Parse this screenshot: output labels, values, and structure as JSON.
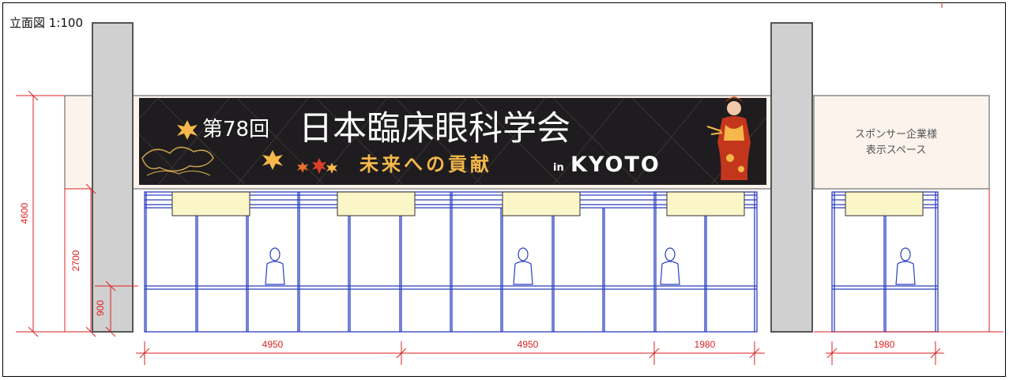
{
  "drawing": {
    "title": "立面図 1:100"
  },
  "banner": {
    "prefix": "第78回",
    "main": "日本臨床眼科学会",
    "subtitle": "未来への貢献",
    "location_prefix": "in",
    "location": "KYOTO"
  },
  "sponsor_space": {
    "line1": "スポンサー企業様",
    "line2": "表示スペース"
  },
  "dimensions": {
    "total_height": "4600",
    "wall_height": "2700",
    "lower_height": "900",
    "widths": [
      "4950",
      "4950",
      "1980",
      "1980"
    ]
  },
  "colors": {
    "dimension": "#dd2222",
    "frame": "#2a3fbf",
    "pillar": "#d0d0d0",
    "fascia": "#fbf3ec",
    "header_panel": "#fbf6c8",
    "banner_bg": "#1e1c1e",
    "banner_accent": "#f5b84a"
  }
}
